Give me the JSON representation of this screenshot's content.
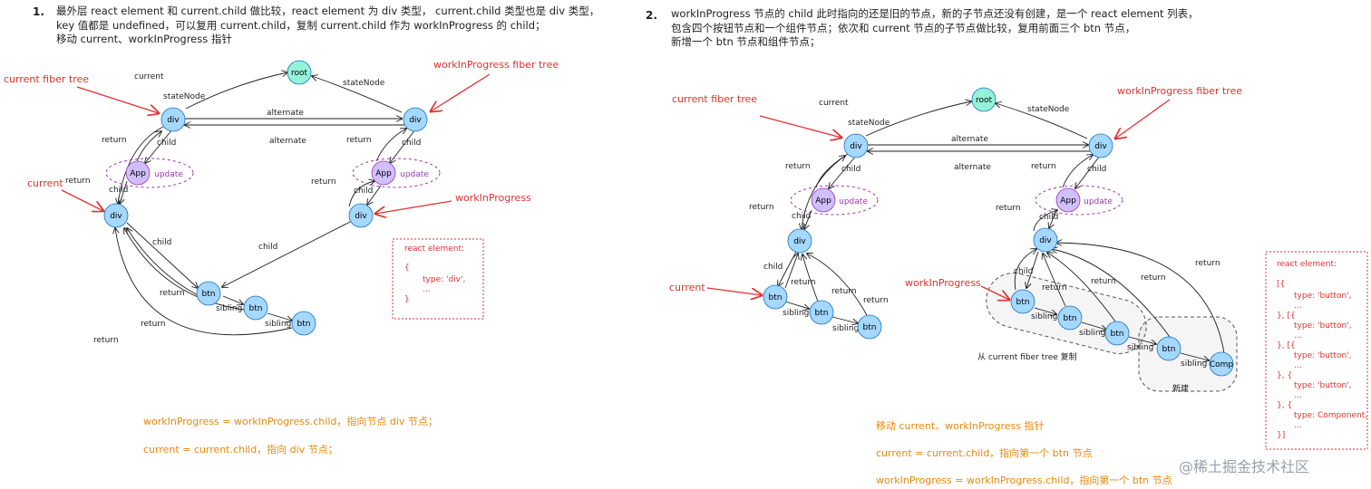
{
  "left": {
    "step": "1.",
    "intro": [
      "最外层 react element 和 current.child 做比较，react element 为 div 类型， current.child 类型也是 div 类型，",
      "key 值都是 undefined，可以复用 current.child，复制 current.child 作为 workInProgress 的 child；",
      "移动 current、workInProgress 指针"
    ],
    "annotations": {
      "current_tree": "current fiber tree",
      "wip_tree": "workInProgress fiber tree",
      "current": "current",
      "wip": "workInProgress"
    },
    "element_box": [
      "react element:",
      "{",
      "type: 'div',",
      "...",
      "}"
    ],
    "notes": [
      "workInProgress = workInProgress.child，指向节点 div 节点；",
      "current = current.child，指向 div 节点；"
    ]
  },
  "right": {
    "step": "2.",
    "intro": [
      "workInProgress 节点的 child 此时指向的还是旧的节点，新的子节点还没有创建，是一个 react element 列表，",
      "包含四个按钮节点和一个组件节点；依次和 current 节点的子节点做比较，复用前面三个 btn 节点，",
      "新增一个 btn 节点和组件节点；"
    ],
    "annotations": {
      "current_tree": "current fiber tree",
      "wip_tree": "workInProgress fiber tree",
      "current": "current",
      "wip": "workInProgress"
    },
    "group_copied": "从 current fiber tree 复制",
    "group_new": "新建",
    "element_box": [
      "react element:",
      "[{",
      "type: 'button',",
      "...",
      "}, [{",
      "type: 'button',",
      "...",
      "}, [{",
      "type: 'button',",
      "...",
      "}, {",
      "type: 'button',",
      "...",
      "}, {",
      "type: Component,",
      "...",
      "}]"
    ],
    "notes": [
      "移动 current、workInProgress 指针",
      "current = current.child，指向第一个 btn 节点",
      "workInProgress = workInProgress.child，指向第一个 btn 节点"
    ]
  },
  "nodes": {
    "root": "root",
    "div": "div",
    "app": "App",
    "btn": "btn",
    "comp": "Comp",
    "update": "update"
  },
  "edges": {
    "current": "current",
    "stateNode": "stateNode",
    "alternate": "alternate",
    "return": "return",
    "child": "child",
    "sibling": "sibling"
  },
  "watermark": "@稀土掘金技术社区",
  "colors": {
    "node_fill": "#a5d8ff",
    "node_stroke": "#1971c2",
    "app_fill": "#d0bfff",
    "root_fill": "#96f2d7",
    "red": "#e03131",
    "orange": "#e8880c",
    "purple": "#9c36b5"
  }
}
